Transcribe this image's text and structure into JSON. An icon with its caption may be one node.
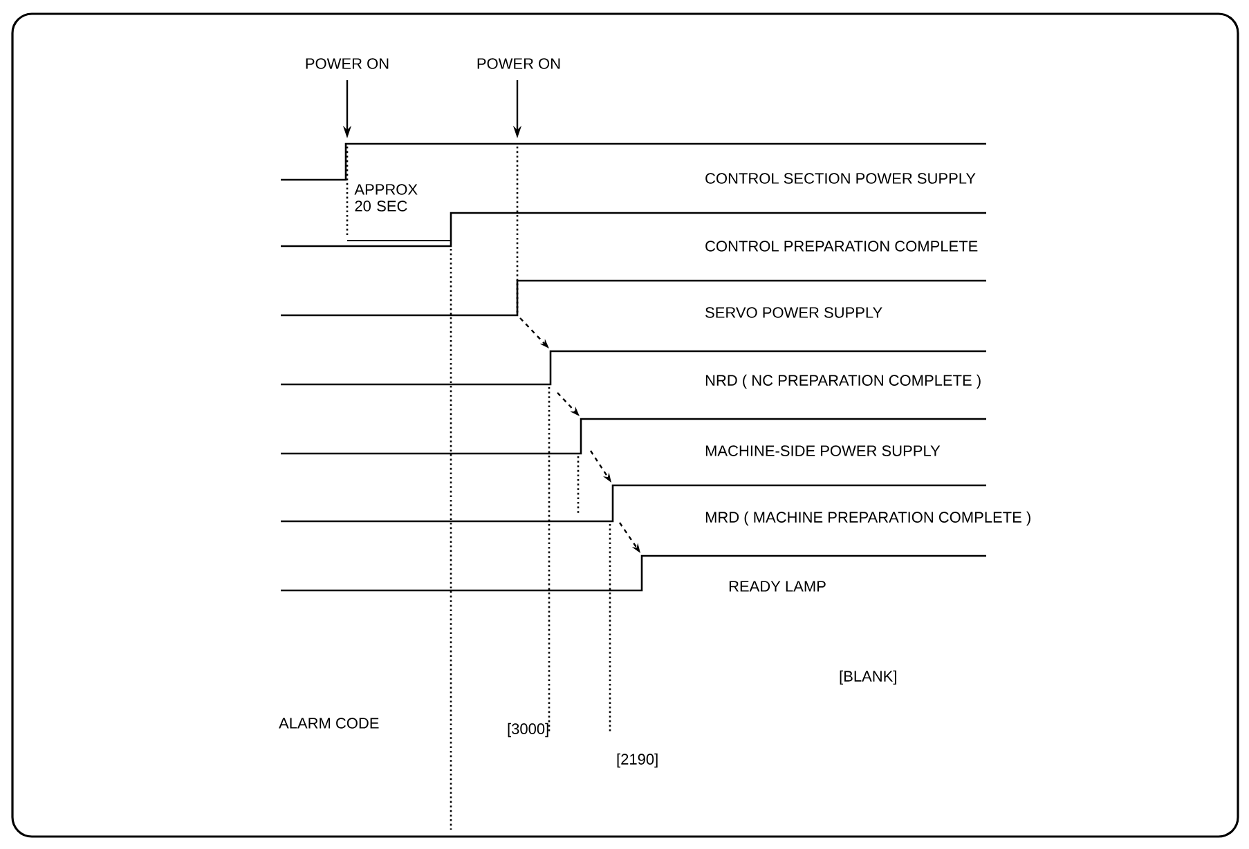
{
  "diagram": {
    "labels": [
      "POWER ON",
      "POWER ON",
      "CONTROL SECTION POWER SUPPLY",
      "APPROX 20 SEC",
      "CONTROL PREPARATION COMPLETE",
      "SERVO POWER SUPPLY",
      "NRD ( NC PREPARATION COMPLETE )",
      "MACHINE-SIDE POWER SUPPLY",
      "MRD ( MACHINE PREPARATION COMPLETE )",
      "READY LAMP",
      "[BLANK]",
      "ALARM CODE",
      "[3000]",
      "[2190]"
    ]
  }
}
